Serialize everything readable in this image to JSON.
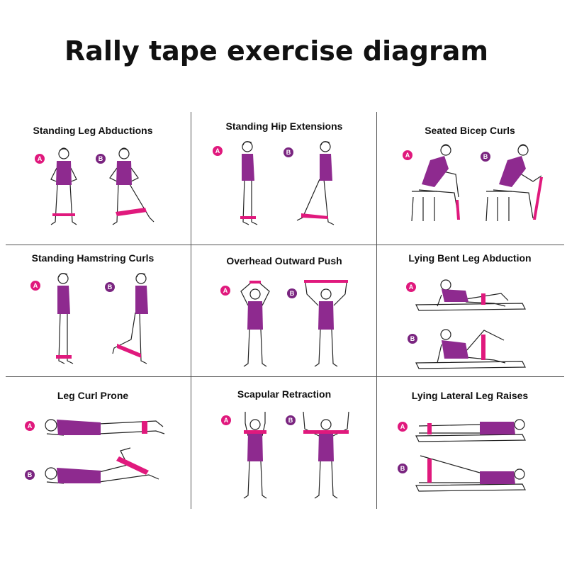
{
  "title": "Rally tape exercise diagram",
  "colors": {
    "shirt": "#8e2a8f",
    "band": "#e0197d",
    "badge_a": "#e0197d",
    "badge_b": "#7a2580",
    "outline": "#222222"
  },
  "badges": {
    "a": "A",
    "b": "B"
  },
  "exercises": [
    {
      "name": "Standing Leg Abductions"
    },
    {
      "name": "Standing Hip Extensions"
    },
    {
      "name": "Seated Bicep Curls"
    },
    {
      "name": "Standing Hamstring Curls"
    },
    {
      "name": "Overhead Outward Push"
    },
    {
      "name": "Lying Bent Leg Abduction"
    },
    {
      "name": "Leg Curl Prone"
    },
    {
      "name": "Scapular Retraction"
    },
    {
      "name": "Lying Lateral Leg Raises"
    }
  ]
}
